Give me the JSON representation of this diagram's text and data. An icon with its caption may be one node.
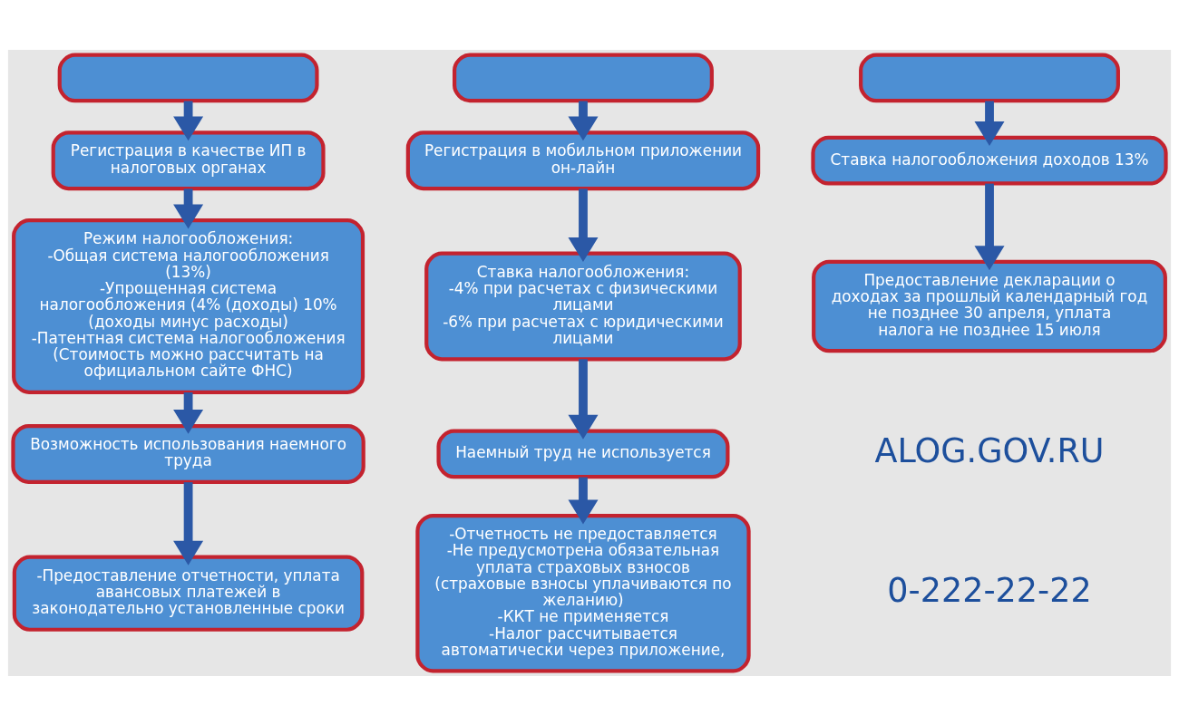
{
  "diagram": {
    "nodes": [
      {
        "text": [],
        "shape": "box"
      },
      {
        "text": [],
        "shape": "box"
      },
      {
        "text": [],
        "shape": "box"
      },
      {
        "text": [
          "Регистрация в качестве ИП в налоговых органах"
        ]
      },
      {
        "text": [
          "Регистрация в мобильном приложении он-лайн"
        ]
      },
      {
        "text": [
          "Ставка налогообложения доходов 13%"
        ]
      },
      {
        "text": [
          "Режим налогообложения:",
          "-Общая система налогообложения (13%)",
          "-Упрощенная система налогообложения (4% (доходы) 10% (доходы минус расходы)",
          "-Патентная система налогообложения (Стоимость можно рассчитать на официальном сайте ФНС)"
        ]
      },
      {
        "text": [
          "Ставка налогообложения:",
          "-4% при расчетах с физическими лицами",
          "-6% при расчетах с юридическими лицами"
        ]
      },
      {
        "text": [
          "Предоставление декларации о доходах за прошлый календарный год не позднее 30 апреля, уплата налога не позднее 15 июля"
        ]
      },
      {
        "text": [
          "Возможность использования наемного труда"
        ]
      },
      {
        "text": [
          "Наемный труд не используется"
        ]
      },
      {
        "text": [
          "-Предоставление отчетности, уплата авансовых платежей в законодательно установленные сроки"
        ]
      },
      {
        "text": [
          "-Отчетность не предоставляется",
          "-Не предусмотрена обязательная уплата страховых взносов (страховые взносы уплачиваются по желанию)",
          "-ККТ не применяется",
          "-Налог рассчитывается автоматически через приложение,"
        ]
      }
    ],
    "edges": [
      {
        "from": 0,
        "to": 3,
        "arrow": "to"
      },
      {
        "from": 3,
        "to": 6,
        "arrow": "to"
      },
      {
        "from": 6,
        "to": 9,
        "arrow": "to"
      },
      {
        "from": 9,
        "to": 11,
        "arrow": "to"
      },
      {
        "from": 1,
        "to": 4,
        "arrow": "to"
      },
      {
        "from": 4,
        "to": 7,
        "arrow": "to"
      },
      {
        "from": 7,
        "to": 10,
        "arrow": "to"
      },
      {
        "from": 10,
        "to": 12,
        "arrow": "to"
      },
      {
        "from": 2,
        "to": 5,
        "arrow": "to"
      },
      {
        "from": 5,
        "to": 8,
        "arrow": "to"
      }
    ],
    "labels": [
      "ALOG.GOV.RU",
      "0-222-22-22"
    ]
  }
}
